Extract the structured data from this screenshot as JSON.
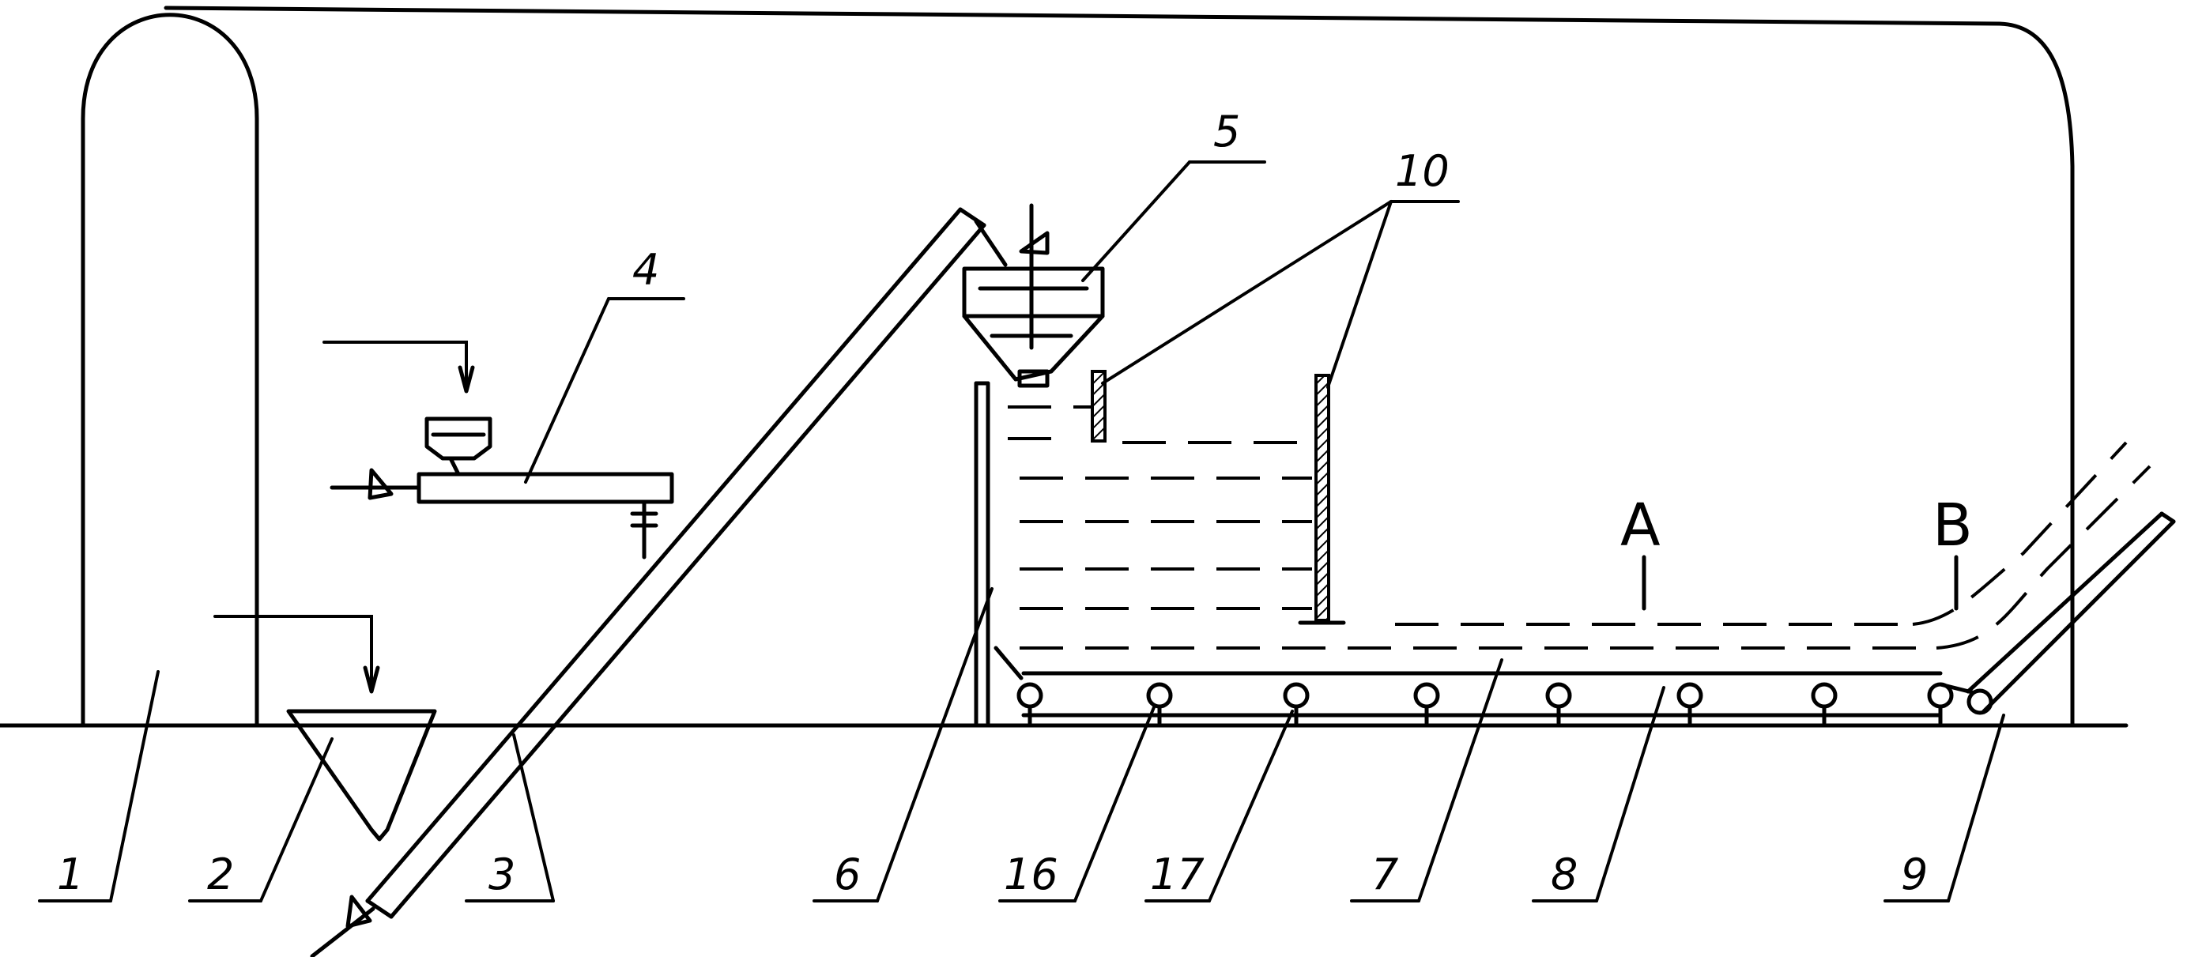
{
  "labels": {
    "l1": "1",
    "l2": "2",
    "l3": "3",
    "l4": "4",
    "l5": "5",
    "l6": "6",
    "l7": "7",
    "l8": "8",
    "l9": "9",
    "l10": "10",
    "l16": "16",
    "l17": "17",
    "A": "A",
    "B": "B"
  }
}
